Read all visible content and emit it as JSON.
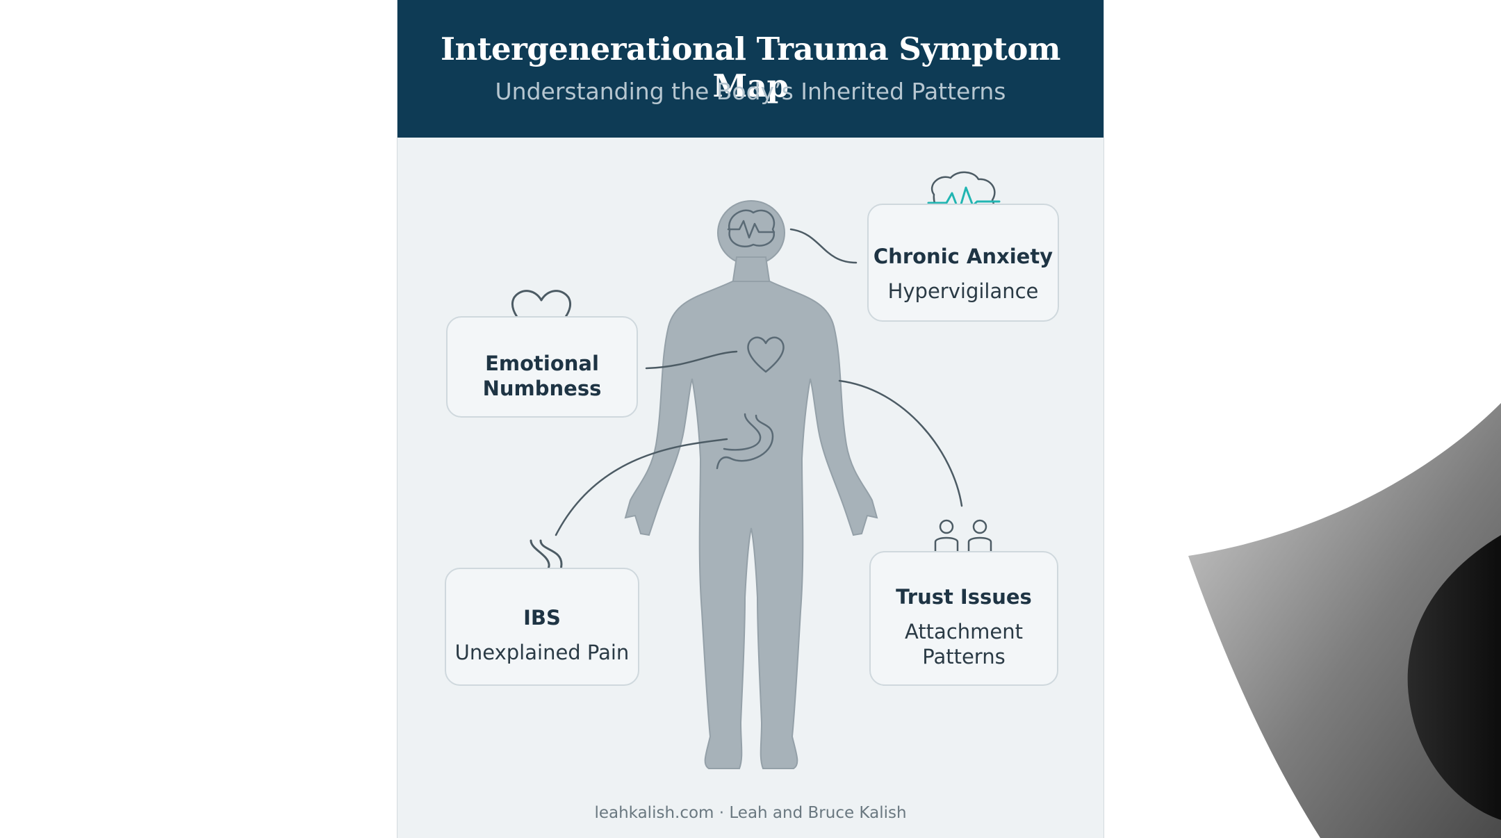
{
  "header": {
    "title": "Intergenerational Trauma Symptom Map",
    "subtitle": "Understanding the Body’s Inherited Patterns"
  },
  "symptoms": [
    {
      "title": "Chronic Anxiety",
      "subtitle": "Hypervigilance",
      "icon": "brain-pulse-icon"
    },
    {
      "title": "Emotional\nNumbness",
      "subtitle": "",
      "icon": "heart-icon"
    },
    {
      "title": "IBS",
      "subtitle": "Unexplained Pain",
      "icon": "stomach-icon"
    },
    {
      "title": "Trust Issues",
      "subtitle": "Attachment\nPatterns",
      "icon": "people-holding-hands-icon"
    }
  ],
  "footer": "leahkalish.com · Leah and Bruce Kalish",
  "colors": {
    "header_bg": "#0e3b55",
    "card_bg": "#eef2f4",
    "silhouette": "#a7b2b9",
    "accent_teal": "#21b5b2",
    "text_dark": "#1e3444"
  }
}
